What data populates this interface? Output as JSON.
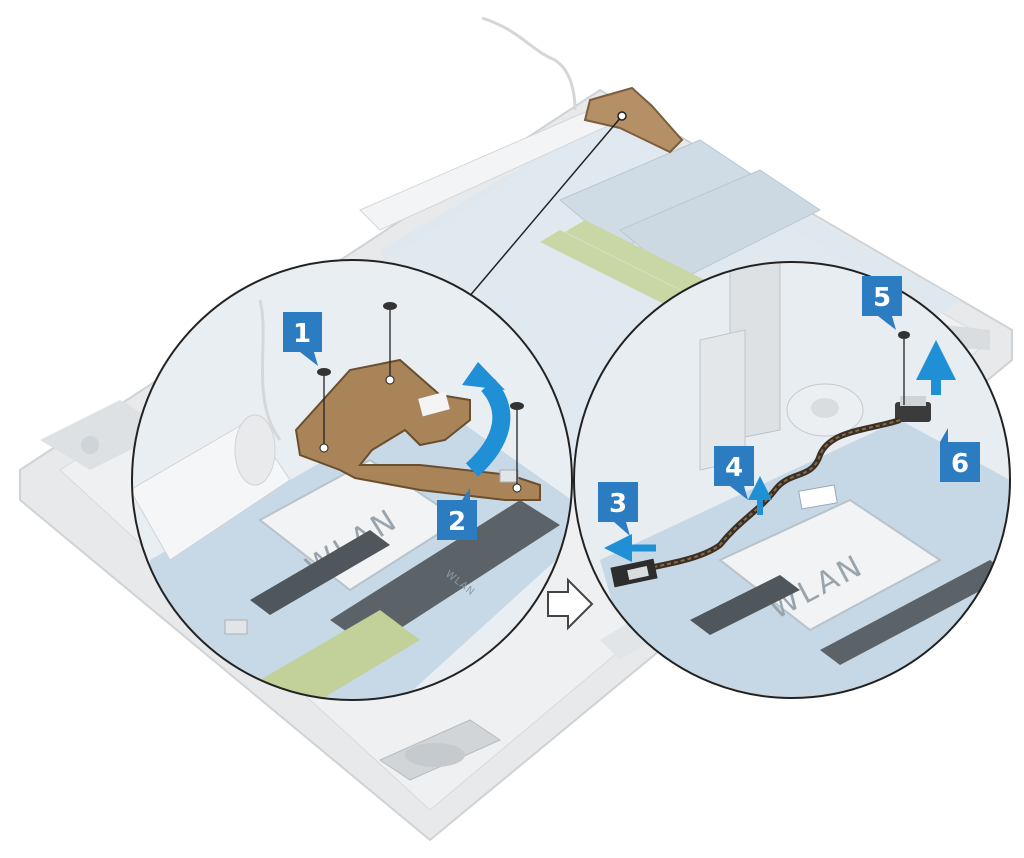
{
  "callouts": [
    "1",
    "2",
    "3",
    "4",
    "5",
    "6"
  ],
  "board_labels": {
    "wlan": "WLAN",
    "wlan_small": "WLAN"
  },
  "colors": {
    "callout_blue": "#2c7cc1",
    "arrow_blue": "#1f8fd6",
    "hinge_bronze": "#8a6a45",
    "board_blue": "#c9dcea",
    "chassis_gray": "#e6e8ea"
  },
  "icons": {
    "transition": "right-arrow-icon",
    "screw": "screw-icon",
    "lift": "curved-arrow-icon"
  }
}
